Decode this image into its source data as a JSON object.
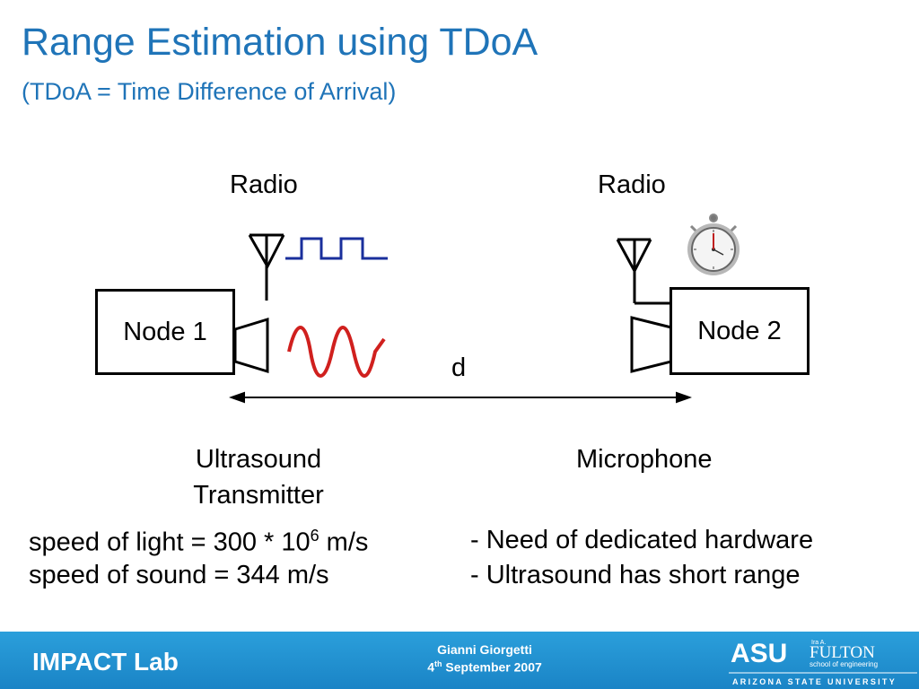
{
  "title": "Range Estimation using TDoA",
  "subtitle": "(TDoA = Time Difference of Arrival)",
  "diagram": {
    "radio_left": "Radio",
    "radio_right": "Radio",
    "node1": "Node 1",
    "node2": "Node 2",
    "distance": "d",
    "transmitter_line1": "Ultrasound",
    "transmitter_line2": "Transmitter",
    "microphone": "Microphone"
  },
  "notes": {
    "light_prefix": "speed of light =  300 * 10",
    "light_exp": "6",
    "light_unit": " m/s",
    "sound": "speed of sound = 344 m/s",
    "point1": "- Need of dedicated hardware",
    "point2": "- Ultrasound has short range"
  },
  "footer": {
    "lab": "IMPACT Lab",
    "author": "Gianni Giorgetti",
    "date_day": "4",
    "date_sup": "th",
    "date_rest": " September 2007",
    "logo_asu": "ASU",
    "logo_fulton": "FULTON",
    "logo_ira": "Ira A.",
    "logo_school": "school of engineering",
    "logo_university": "ARIZONA STATE UNIVERSITY"
  },
  "colors": {
    "title": "#1f74b8",
    "square_wave": "#1a2f9c",
    "sine_wave": "#d0201e",
    "footer": "#2b9fdb"
  },
  "icons": [
    "antenna-icon",
    "speaker-icon",
    "stopwatch-icon",
    "square-wave-icon",
    "sine-wave-icon"
  ]
}
